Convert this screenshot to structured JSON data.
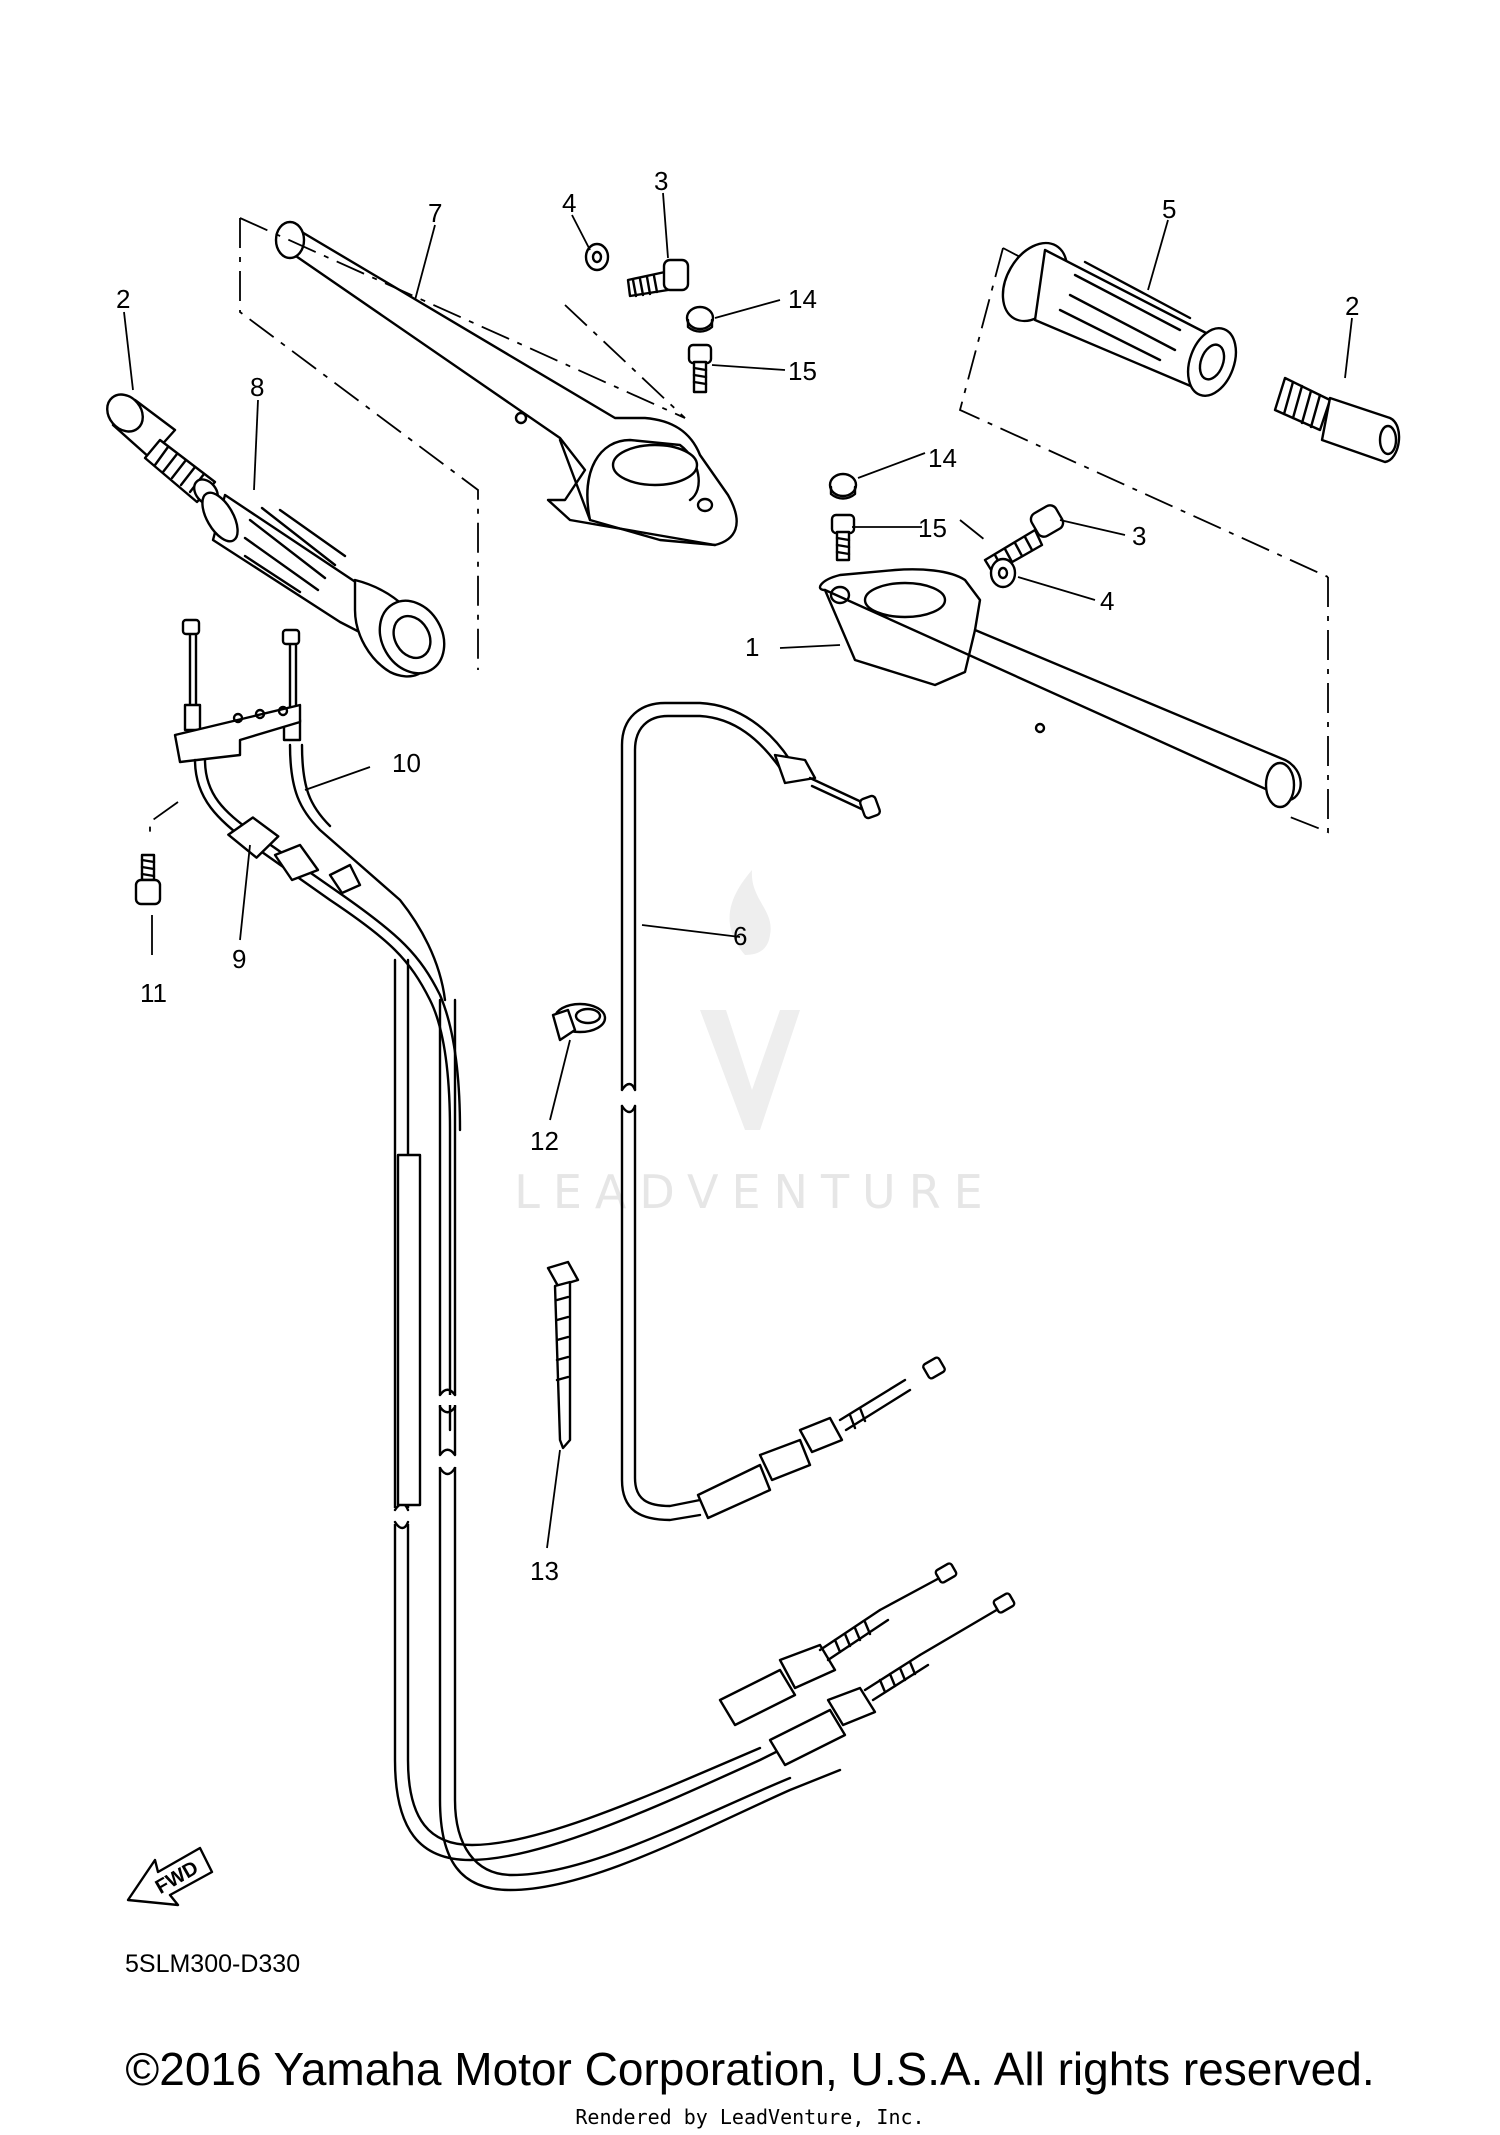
{
  "diagram": {
    "reference_code": "5SLM300-D330",
    "fwd_label": "FWD",
    "watermark": "LEADVENTURE",
    "parts": [
      {
        "id": "label-1",
        "text": "1"
      },
      {
        "id": "label-2-left",
        "text": "2"
      },
      {
        "id": "label-2-right",
        "text": "2"
      },
      {
        "id": "label-3-top",
        "text": "3"
      },
      {
        "id": "label-3-right",
        "text": "3"
      },
      {
        "id": "label-4-top",
        "text": "4"
      },
      {
        "id": "label-4-right",
        "text": "4"
      },
      {
        "id": "label-5",
        "text": "5"
      },
      {
        "id": "label-6",
        "text": "6"
      },
      {
        "id": "label-7",
        "text": "7"
      },
      {
        "id": "label-8",
        "text": "8"
      },
      {
        "id": "label-9",
        "text": "9"
      },
      {
        "id": "label-10",
        "text": "10"
      },
      {
        "id": "label-11",
        "text": "11"
      },
      {
        "id": "label-12",
        "text": "12"
      },
      {
        "id": "label-13",
        "text": "13"
      },
      {
        "id": "label-14-top",
        "text": "14"
      },
      {
        "id": "label-14-right",
        "text": "14"
      },
      {
        "id": "label-15-top",
        "text": "15"
      },
      {
        "id": "label-15-right",
        "text": "15"
      }
    ]
  },
  "footer": {
    "copyright": "©2016 Yamaha Motor Corporation, U.S.A. All rights reserved.",
    "rendered_by": "Rendered by LeadVenture, Inc."
  }
}
